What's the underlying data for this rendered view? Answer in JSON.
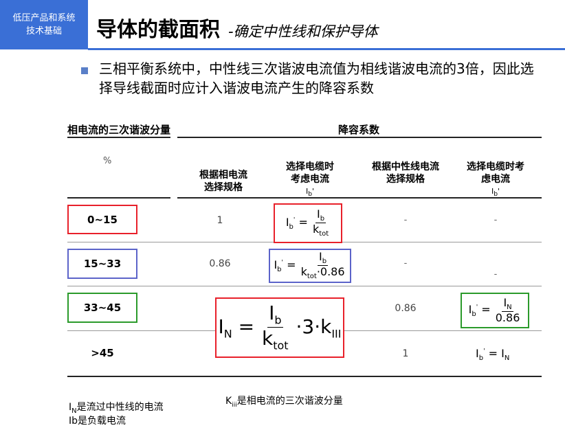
{
  "header": {
    "tag_line1": "低压产品和系统",
    "tag_line2": "技术基础",
    "title": "导体的截面积",
    "subtitle": "-确定中性线和保护导体"
  },
  "bullet": {
    "text": "三相平衡系统中，中性线三次谐波电流值为相线谐波电流的3倍，因此选择导线截面时应计入谐波电流产生的降容系数"
  },
  "table": {
    "left_header": "相电流的三次谐波分量",
    "right_header": "降容系数",
    "percent_label": "%",
    "col1": [
      "根据相电流",
      "选择规格"
    ],
    "col2": [
      "选择电缆时",
      "考虑电流"
    ],
    "col3": [
      "根据中性线电流",
      "选择规格"
    ],
    "col4": [
      "选择电缆时考",
      "虑电流"
    ],
    "rows": [
      {
        "range": "0~15",
        "c1": "1",
        "c3": "-",
        "c4": "-"
      },
      {
        "range": "15~33",
        "c1": "0.86",
        "c3": "-",
        "c4": "-"
      },
      {
        "range": "33~45",
        "c3": "0.86"
      },
      {
        "range": ">45",
        "c3": "1"
      }
    ],
    "row_colors": [
      "#e8202a",
      "#5b63c9",
      "#2a9a2a",
      "#000000"
    ]
  },
  "notes": {
    "in_note": "是流过中性线的电流",
    "ib_note": "Ib是负载电流",
    "kiii_note": "是相电流的三次谐波分量"
  }
}
